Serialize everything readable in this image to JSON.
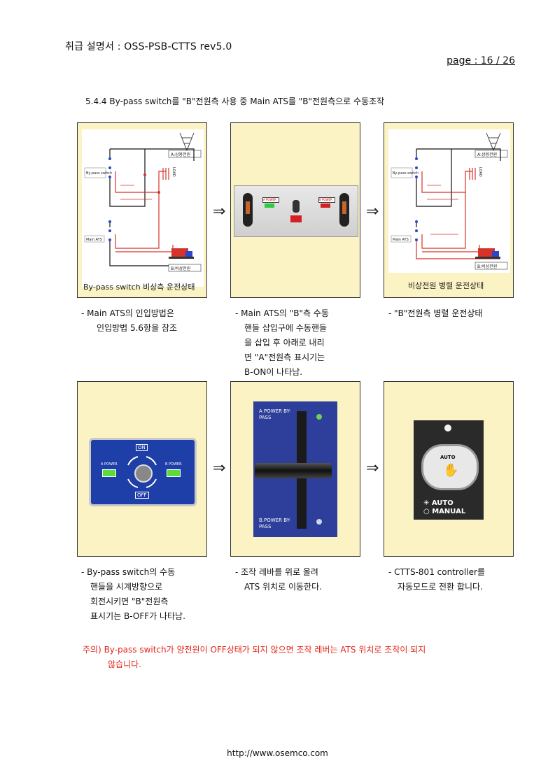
{
  "header": {
    "title": "취급 설명서 : OSS-PSB-CTTS   rev5.0",
    "page": "page :  16 / 26"
  },
  "section": "5.4.4 By-pass switch를 \"B\"전원측 사용 중 Main ATS를 \"B\"전원측으로 수동조작",
  "arrow": "⇒",
  "row1": {
    "p1_caption": "By-pass switch 비상측 운전상태",
    "p3_caption": "비상전원 병렬 운전상태",
    "diagram": {
      "a_source": "A:상용전원",
      "b_source": "B:비상전원",
      "bypass": "By-pass switch",
      "main_ats": "Main ATS",
      "load": "LOAD"
    },
    "ats_panel": {
      "a_power": "A POWER",
      "b_power": "B POWER"
    },
    "notes": {
      "n1": [
        "- Main ATS의 인입방법은",
        "인입방법 5.6항을 참조"
      ],
      "n2": [
        "- Main ATS의 \"B\"측 수동",
        "핸들 삽입구에 수동핸들",
        "을 삽입 후 아래로 내리",
        "면 \"A\"전원측 표시기는",
        "B-ON이 나타남."
      ],
      "n3": [
        "- \"B\"전원측 병렬 운전상태"
      ]
    }
  },
  "row2": {
    "bypass_panel": {
      "on": "ON",
      "off": "OFF",
      "a_power": "A POWER",
      "b_power": "B POWER"
    },
    "lever": {
      "top": "A POWER BY-PASS",
      "bottom": "B.POWER BY-PASS"
    },
    "controller": {
      "auto_btn": "AUTO",
      "auto": "AUTO",
      "manual": "MANUAL"
    },
    "notes": {
      "n1": [
        "- By-pass switch의 수동",
        "핸들을 시계방향으로",
        "회전시키면 \"B\"전원측",
        "표시기는 B-OFF가 나타남."
      ],
      "n2": [
        "- 조작  레바를  위로  올려",
        "ATS 위치로 이동한다."
      ],
      "n3": [
        "- CTTS-801 controller를",
        "자동모드로 전환 합니다."
      ]
    }
  },
  "warning": [
    "주의) By-pass switch가 양전원이 OFF상태가 되지 않으면 조작 레버는 ATS 위치로 조작이 되지",
    "않습니다."
  ],
  "footer": "http://www.osemco.com"
}
